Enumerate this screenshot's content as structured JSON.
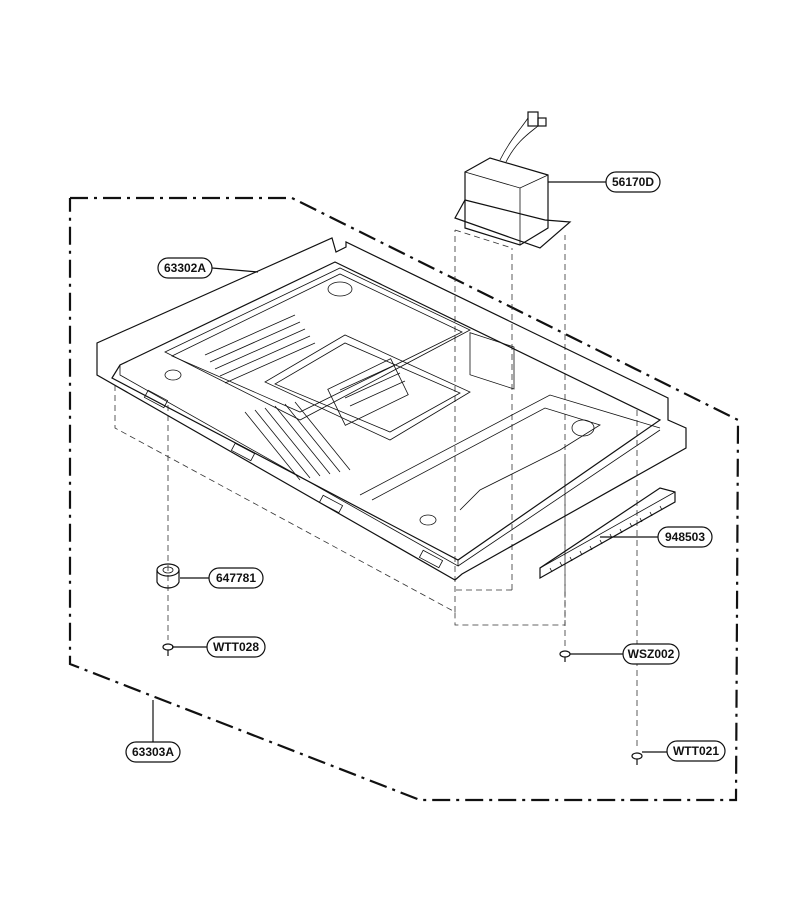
{
  "diagram": {
    "callouts": [
      {
        "id": "transformer",
        "label": "56170D"
      },
      {
        "id": "base-plate",
        "label": "63302A"
      },
      {
        "id": "foam-strip",
        "label": "948503"
      },
      {
        "id": "foot",
        "label": "647781"
      },
      {
        "id": "foot-screw",
        "label": "WTT028"
      },
      {
        "id": "screw-wsz",
        "label": "WSZ002"
      },
      {
        "id": "cabinet-assembly",
        "label": "63303A"
      },
      {
        "id": "screw-wtt021",
        "label": "WTT021"
      }
    ],
    "colors": {
      "line": "#111111",
      "background": "#ffffff"
    }
  }
}
